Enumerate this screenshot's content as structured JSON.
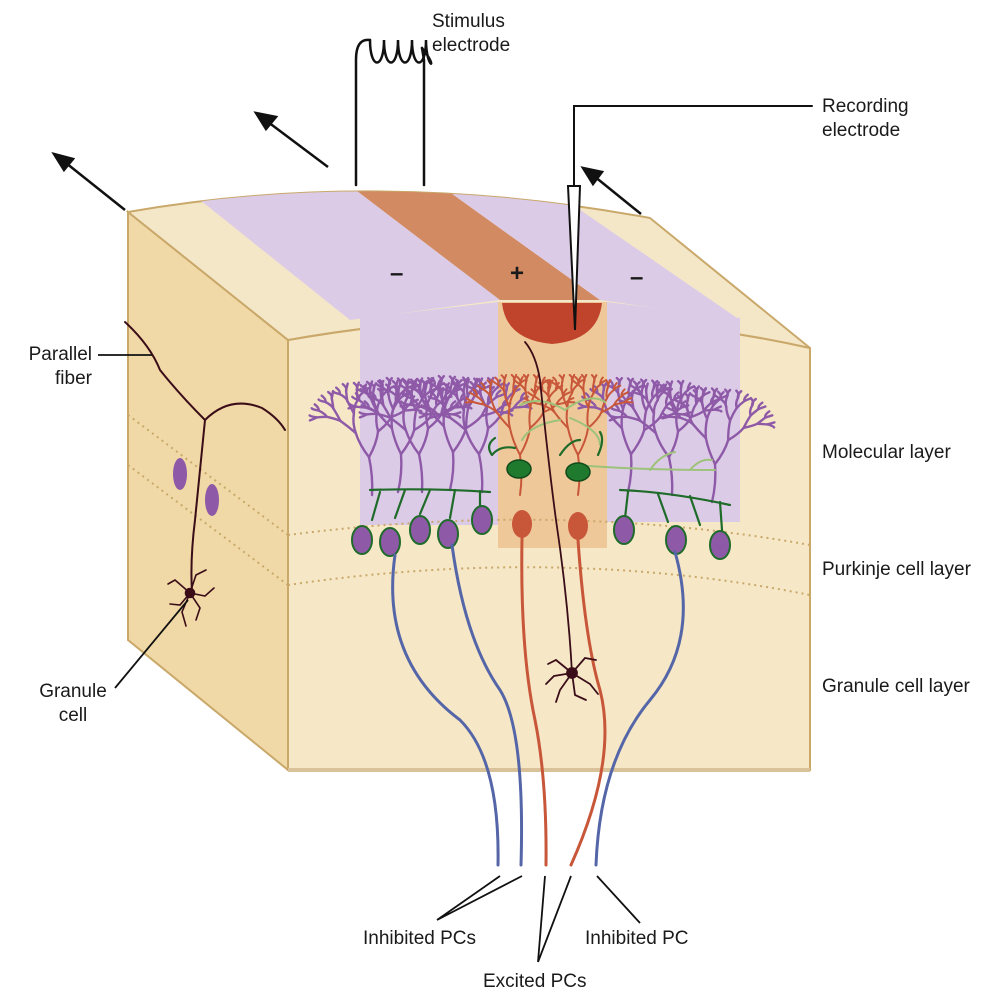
{
  "labels": {
    "stimulus_electrode": "Stimulus\nelectrode",
    "recording_electrode": "Recording\nelectrode",
    "parallel_fiber": "Parallel\nfiber",
    "granule_cell": "Granule\ncell",
    "molecular_layer": "Molecular layer",
    "purkinje_cell_layer": "Purkinje cell layer",
    "granule_cell_layer": "Granule cell layer",
    "inhibited_pcs": "Inhibited PCs",
    "inhibited_pc": "Inhibited PC",
    "excited_pcs": "Excited PCs"
  },
  "signs": {
    "minus_left": "–",
    "plus": "+",
    "minus_right": "–"
  },
  "colors": {
    "block_top": "#f4e7c8",
    "block_side": "#f0d9a6",
    "block_front": "#f6e7c7",
    "outline": "#c9a86a",
    "inhibited_band": "#dccbe6",
    "excited_band": "#d28a62",
    "excited_column": "#efc89a",
    "purkinje_inhibited": "#8e5aa8",
    "purkinje_excited": "#c8573a",
    "basket_cell": "#1f6b2a",
    "axon_inhibited": "#5566a8",
    "axon_excited": "#c8573a",
    "granule": "#3a0d18"
  }
}
